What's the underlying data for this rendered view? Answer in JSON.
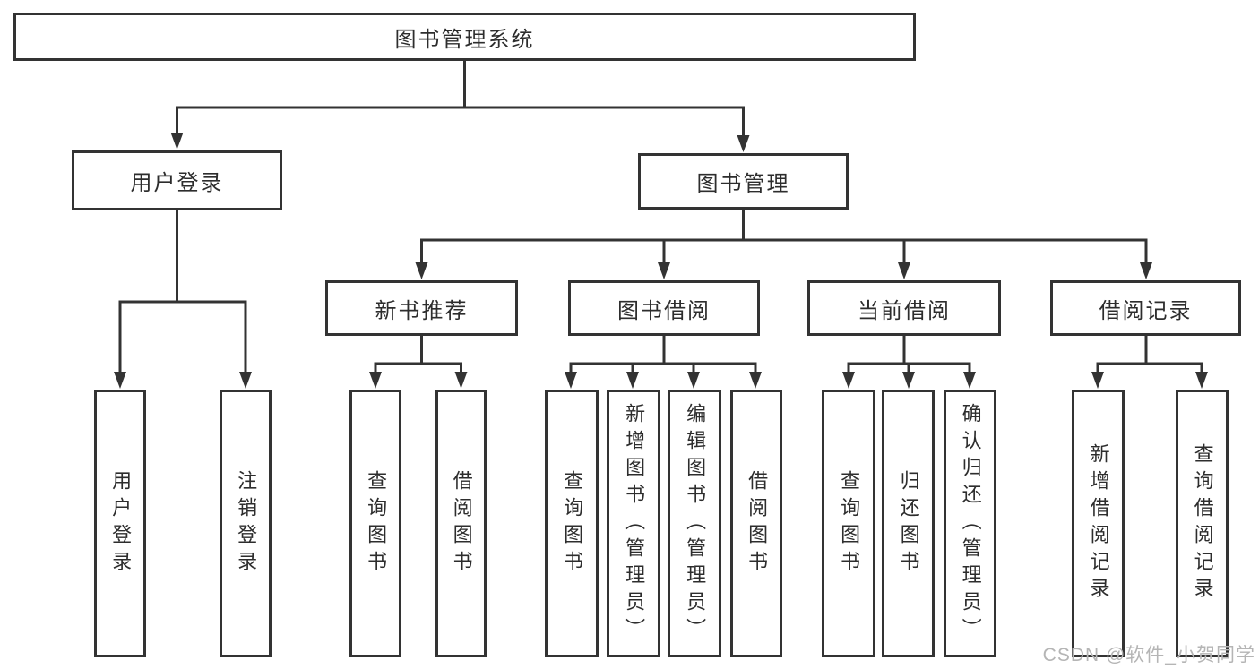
{
  "diagram": {
    "root": {
      "label": "图书管理系统"
    },
    "branches": [
      {
        "label": "用户登录",
        "children": [
          {
            "label": "用户登录"
          },
          {
            "label": "注销登录"
          }
        ]
      },
      {
        "label": "图书管理",
        "children": [
          {
            "label": "新书推荐",
            "children": [
              {
                "label": "查询图书"
              },
              {
                "label": "借阅图书"
              }
            ]
          },
          {
            "label": "图书借阅",
            "children": [
              {
                "label": "查询图书"
              },
              {
                "label": "新增图书（管理员）"
              },
              {
                "label": "编辑图书（管理员）"
              },
              {
                "label": "借阅图书"
              }
            ]
          },
          {
            "label": "当前借阅",
            "children": [
              {
                "label": "查询图书"
              },
              {
                "label": "归还图书"
              },
              {
                "label": "确认归还（管理员）"
              }
            ]
          },
          {
            "label": "借阅记录",
            "children": [
              {
                "label": "新增借阅记录"
              },
              {
                "label": "查询借阅记录"
              }
            ]
          }
        ]
      }
    ]
  },
  "watermark": {
    "text": "CSDN @软件_小贺同学"
  },
  "colors": {
    "line": "#333333",
    "text": "#2d2d2d",
    "watermark": "#b5b5b5",
    "background": "#ffffff"
  }
}
